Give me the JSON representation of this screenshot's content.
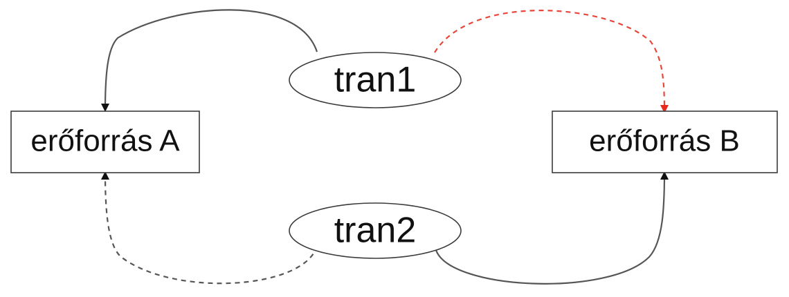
{
  "nodes": {
    "resource_a": {
      "label": "erőforrás A"
    },
    "resource_b": {
      "label": "erőforrás B"
    },
    "tran1": {
      "label": "tran1"
    },
    "tran2": {
      "label": "tran2"
    }
  },
  "edges": [
    {
      "id": "tran1-to-a",
      "from": "tran1",
      "to": "resource_a",
      "style": "solid",
      "color": "#555555"
    },
    {
      "id": "tran1-to-b",
      "from": "tran1",
      "to": "resource_b",
      "style": "dashed",
      "color": "#e8463a"
    },
    {
      "id": "tran2-to-a",
      "from": "tran2",
      "to": "resource_a",
      "style": "dashed",
      "color": "#555555"
    },
    {
      "id": "tran2-to-b",
      "from": "tran2",
      "to": "resource_b",
      "style": "solid",
      "color": "#555555"
    }
  ]
}
